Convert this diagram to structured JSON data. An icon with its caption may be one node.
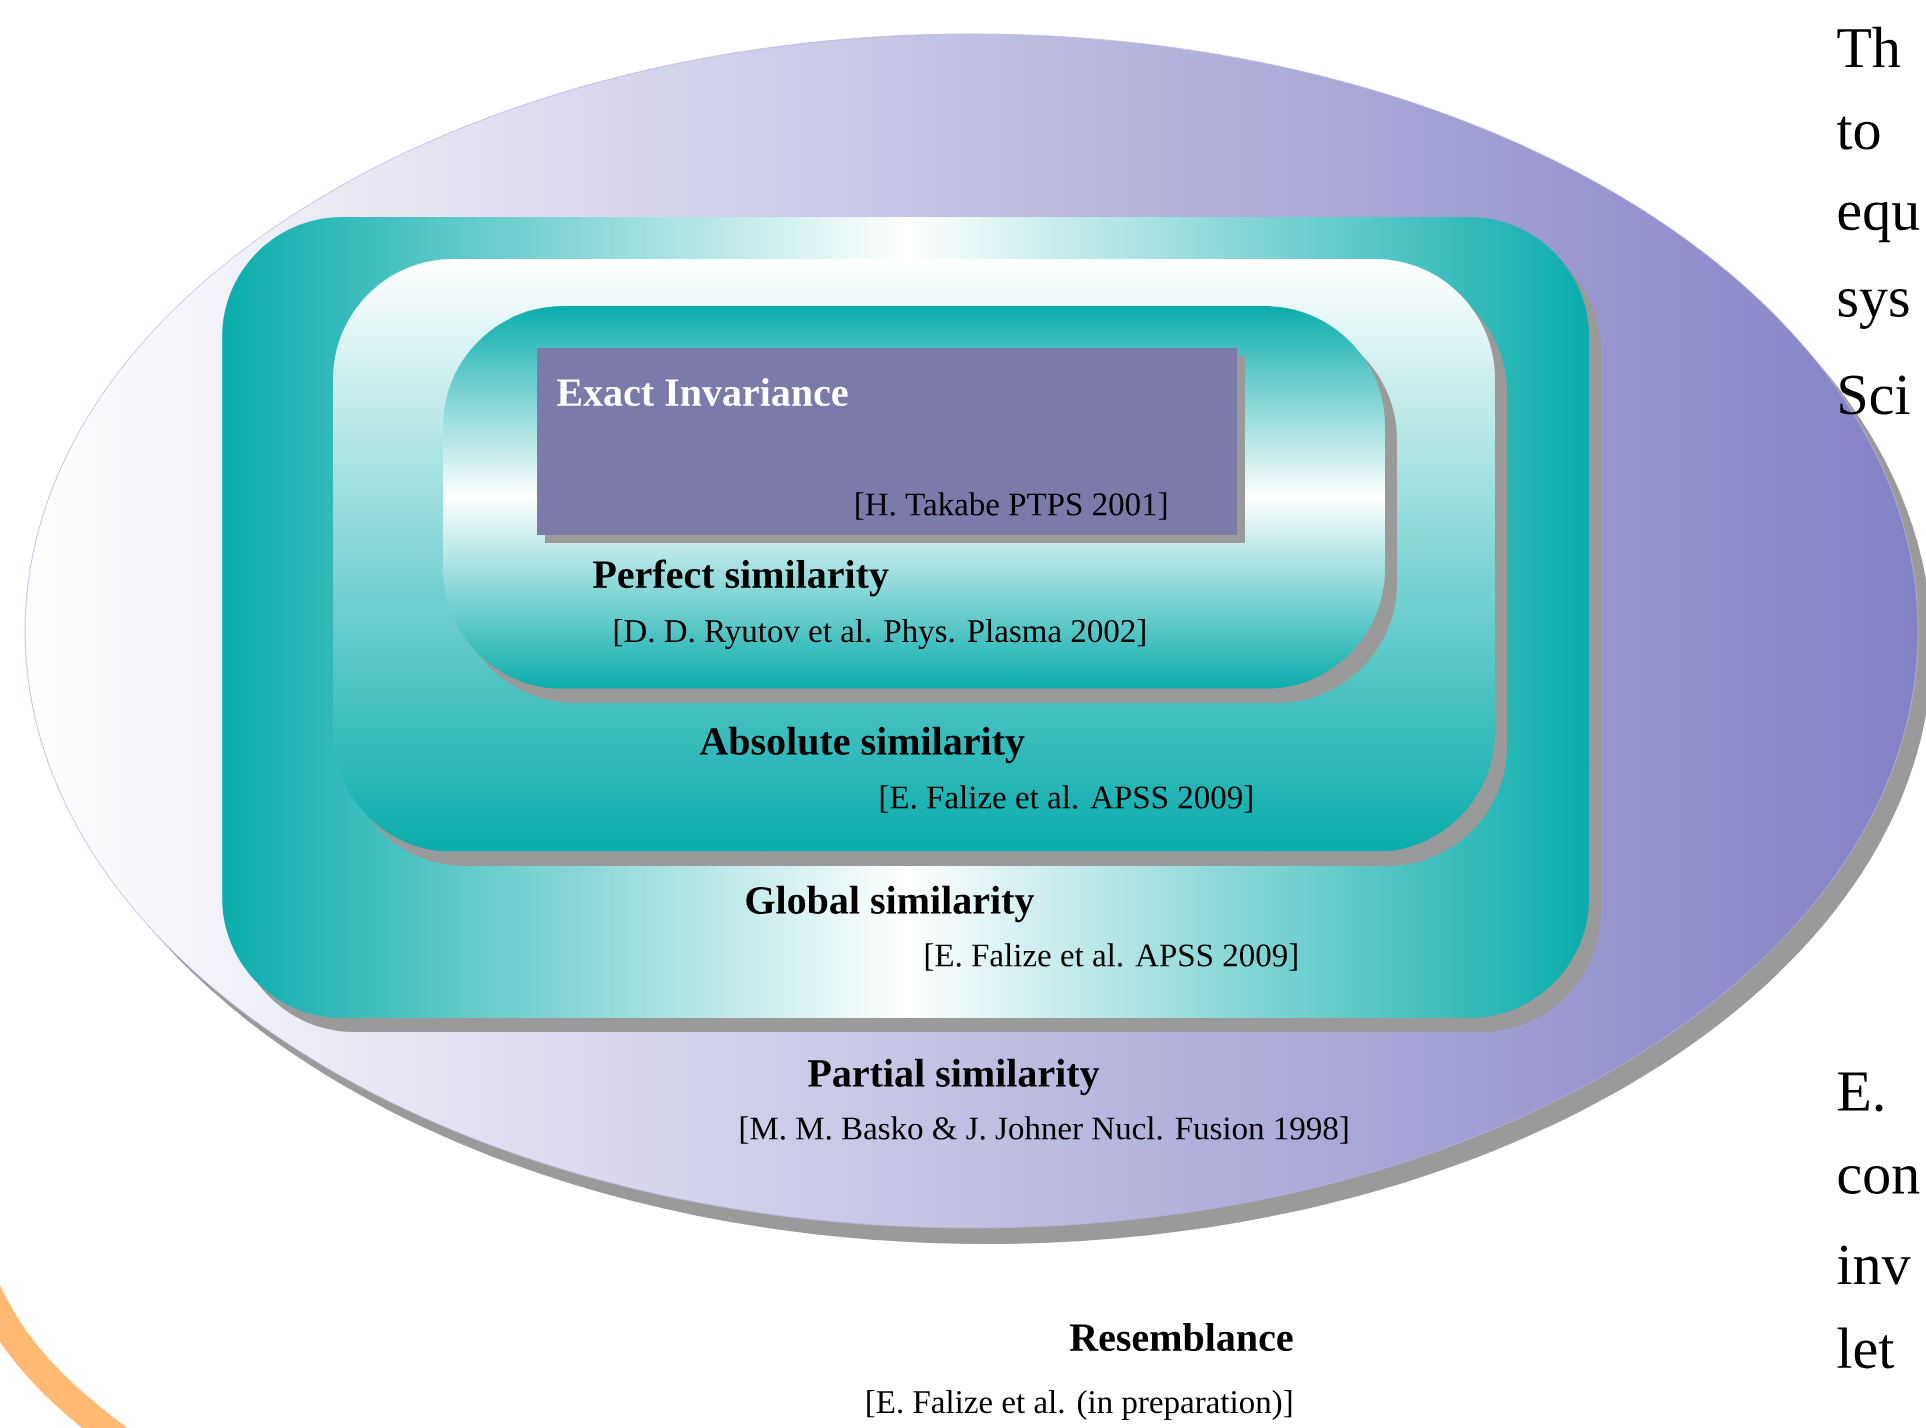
{
  "diagram": {
    "nodes": [
      {
        "text": [
          "Partial similarity",
          "[M. M. Basko & J. Johner Nucl. Fusion 1998]"
        ]
      },
      {
        "text": [
          "Global similarity",
          "[E. Falize et al. APSS 2009]"
        ],
        "in": 0
      },
      {
        "text": [
          "Absolute similarity",
          "[E. Falize et al. APSS 2009]"
        ],
        "in": 1
      },
      {
        "text": [
          "Perfect similarity",
          "[D. D. Ryutov et al. Phys. Plasma 2002]"
        ],
        "in": 2
      },
      {
        "text": [
          "Exact Invariance",
          "[H. Takabe  PTPS 2001]"
        ],
        "in": 3
      }
    ],
    "labels": [
      "Th",
      "to",
      "equ",
      "sys",
      "Sci",
      "E.",
      "con",
      "inv",
      "let",
      "Resemblance",
      "[E. Falize et al. (in preparation)]"
    ]
  }
}
